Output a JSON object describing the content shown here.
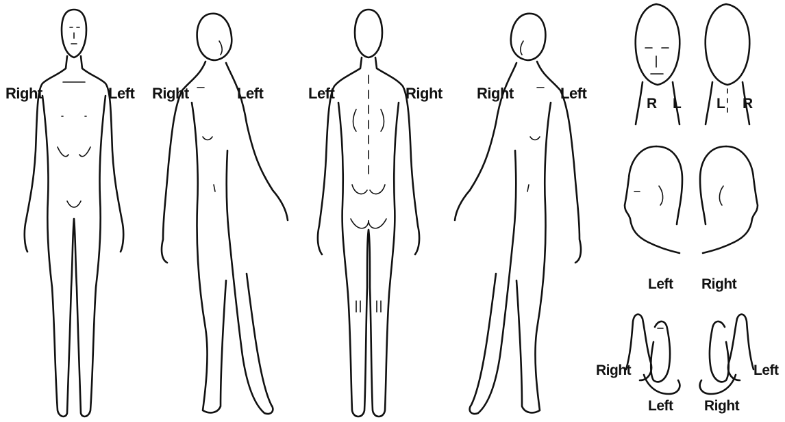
{
  "figures": {
    "front": {
      "right": "Right",
      "left": "Left"
    },
    "side_right": {
      "right": "Right",
      "left": "Left"
    },
    "back": {
      "left": "Left",
      "right": "Right"
    },
    "side_left": {
      "right": "Right",
      "left": "Left"
    }
  },
  "heads": {
    "face_front": {
      "r": "R",
      "l": "L"
    },
    "face_back": {
      "l": "L",
      "r": "R"
    },
    "profile_left": "Left",
    "profile_right": "Right"
  },
  "feet": {
    "pair_a": {
      "right": "Right",
      "left": "Left"
    },
    "pair_b": {
      "left": "Left",
      "right": "Right"
    }
  },
  "colors": {
    "ink": "#111111",
    "faint_text": "#c8c8c8",
    "background": "#ffffff"
  }
}
